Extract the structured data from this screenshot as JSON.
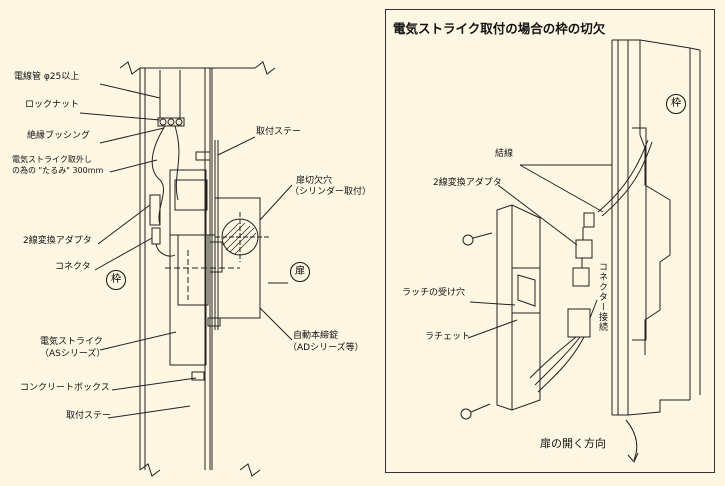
{
  "left_diagram": {
    "labels": {
      "conduit": "電線管 φ25以上",
      "locknut": "ロックナット",
      "bushing": "絶縁ブッシング",
      "slack_1": "電気ストライク取外し",
      "slack_2": "の為の \"たるみ\" 300mm",
      "adapter": "2線変換アダプタ",
      "connector": "コネクタ",
      "frame": "枠",
      "strike_1": "電気ストライク",
      "strike_2": "（ASシリーズ）",
      "box": "コンクリートボックス",
      "stay_bottom": "取付ステー",
      "stay_top": "取付ステー",
      "cutout_1": "扉切欠穴",
      "cutout_2": "（シリンダー取付）",
      "door": "扉",
      "lock_1": "自動本締錠",
      "lock_2": "（ADシリーズ等）"
    }
  },
  "right_diagram": {
    "title": "電気ストライク取付の場合の枠の切欠",
    "labels": {
      "frame": "枠",
      "wiring": "結線",
      "adapter": "2線変換アダプタ",
      "latch": "ラッチの受け穴",
      "ratchet": "ラチェット",
      "connector": "コネクター接続",
      "direction": "扉の開く方向"
    }
  },
  "colors": {
    "background": "#fdf6e3",
    "line": "#222222"
  }
}
